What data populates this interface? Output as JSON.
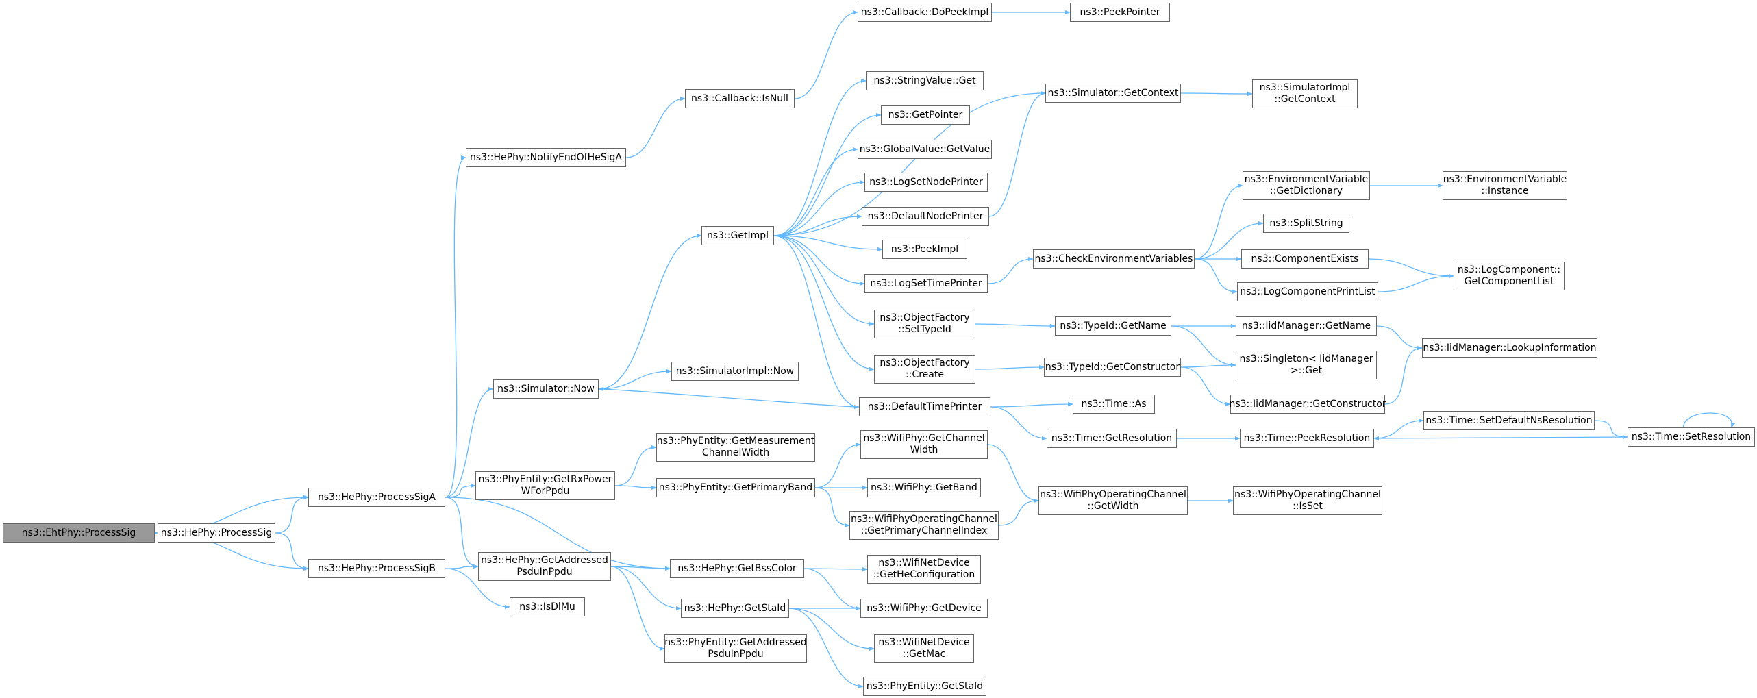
{
  "edge_color": "#63b8ff",
  "root_fill": "#999999",
  "nodes": [
    {
      "id": "root",
      "lines": [
        "ns3::EhtPhy::ProcessSig"
      ]
    },
    {
      "id": "hp_procsig",
      "lines": [
        "ns3::HePhy::ProcessSig"
      ]
    },
    {
      "id": "hp_procsiga",
      "lines": [
        "ns3::HePhy::ProcessSigA"
      ]
    },
    {
      "id": "hp_procsigb",
      "lines": [
        "ns3::HePhy::ProcessSigB"
      ]
    },
    {
      "id": "hp_notify",
      "lines": [
        "ns3::HePhy::NotifyEndOfHeSigA"
      ]
    },
    {
      "id": "sim_now",
      "lines": [
        "ns3::Simulator::Now"
      ]
    },
    {
      "id": "pe_rxpower",
      "lines": [
        "ns3::PhyEntity::GetRxPower",
        "WForPpdu"
      ]
    },
    {
      "id": "hp_getaddr",
      "lines": [
        "ns3::HePhy::GetAddressed",
        "PsduInPpdu"
      ]
    },
    {
      "id": "isdlmu",
      "lines": [
        "ns3::IsDlMu"
      ]
    },
    {
      "id": "cb_isnull",
      "lines": [
        "ns3::Callback::IsNull"
      ]
    },
    {
      "id": "getimpl",
      "lines": [
        "ns3::GetImpl"
      ]
    },
    {
      "id": "simimpl_now",
      "lines": [
        "ns3::SimulatorImpl::Now"
      ]
    },
    {
      "id": "pe_measure",
      "lines": [
        "ns3::PhyEntity::GetMeasurement",
        "ChannelWidth"
      ]
    },
    {
      "id": "pe_primary",
      "lines": [
        "ns3::PhyEntity::GetPrimaryBand"
      ]
    },
    {
      "id": "hp_bss",
      "lines": [
        "ns3::HePhy::GetBssColor"
      ]
    },
    {
      "id": "hp_staid",
      "lines": [
        "ns3::HePhy::GetStaId"
      ]
    },
    {
      "id": "pe_getaddr",
      "lines": [
        "ns3::PhyEntity::GetAddressed",
        "PsduInPpdu"
      ]
    },
    {
      "id": "cb_dopeek",
      "lines": [
        "ns3::Callback::DoPeekImpl"
      ]
    },
    {
      "id": "strval",
      "lines": [
        "ns3::StringValue::Get"
      ]
    },
    {
      "id": "getptr",
      "lines": [
        "ns3::GetPointer"
      ]
    },
    {
      "id": "gv_getval",
      "lines": [
        "ns3::GlobalValue::GetValue"
      ]
    },
    {
      "id": "lognodeprinter",
      "lines": [
        "ns3::LogSetNodePrinter"
      ]
    },
    {
      "id": "defnodeprinter",
      "lines": [
        "ns3::DefaultNodePrinter"
      ]
    },
    {
      "id": "peekimpl",
      "lines": [
        "ns3::PeekImpl"
      ]
    },
    {
      "id": "logtimeprinter",
      "lines": [
        "ns3::LogSetTimePrinter"
      ]
    },
    {
      "id": "of_settype",
      "lines": [
        "ns3::ObjectFactory",
        "::SetTypeId"
      ]
    },
    {
      "id": "of_create",
      "lines": [
        "ns3::ObjectFactory",
        "::Create"
      ]
    },
    {
      "id": "deftimeprinter",
      "lines": [
        "ns3::DefaultTimePrinter"
      ]
    },
    {
      "id": "wp_chwidth",
      "lines": [
        "ns3::WifiPhy::GetChannel",
        "Width"
      ]
    },
    {
      "id": "wp_band",
      "lines": [
        "ns3::WifiPhy::GetBand"
      ]
    },
    {
      "id": "wpoc_primidx",
      "lines": [
        "ns3::WifiPhyOperatingChannel",
        "::GetPrimaryChannelIndex"
      ]
    },
    {
      "id": "wnd_heconf",
      "lines": [
        "ns3::WifiNetDevice",
        "::GetHeConfiguration"
      ]
    },
    {
      "id": "wp_device",
      "lines": [
        "ns3::WifiPhy::GetDevice"
      ]
    },
    {
      "id": "wnd_mac",
      "lines": [
        "ns3::WifiNetDevice",
        "::GetMac"
      ]
    },
    {
      "id": "pe_staid",
      "lines": [
        "ns3::PhyEntity::GetStaId"
      ]
    },
    {
      "id": "peekptr",
      "lines": [
        "ns3::PeekPointer"
      ]
    },
    {
      "id": "sim_ctx",
      "lines": [
        "ns3::Simulator::GetContext"
      ]
    },
    {
      "id": "checkenv",
      "lines": [
        "ns3::CheckEnvironmentVariables"
      ]
    },
    {
      "id": "typeid_name",
      "lines": [
        "ns3::TypeId::GetName"
      ]
    },
    {
      "id": "typeid_ctor",
      "lines": [
        "ns3::TypeId::GetConstructor"
      ]
    },
    {
      "id": "time_as",
      "lines": [
        "ns3::Time::As"
      ]
    },
    {
      "id": "time_res",
      "lines": [
        "ns3::Time::GetResolution"
      ]
    },
    {
      "id": "wpoc_width",
      "lines": [
        "ns3::WifiPhyOperatingChannel",
        "::GetWidth"
      ]
    },
    {
      "id": "simimpl_ctx",
      "lines": [
        "ns3::SimulatorImpl",
        "::GetContext"
      ]
    },
    {
      "id": "env_dict",
      "lines": [
        "ns3::EnvironmentVariable",
        "::GetDictionary"
      ]
    },
    {
      "id": "splitstr",
      "lines": [
        "ns3::SplitString"
      ]
    },
    {
      "id": "compexists",
      "lines": [
        "ns3::ComponentExists"
      ]
    },
    {
      "id": "logcomplist",
      "lines": [
        "ns3::LogComponentPrintList"
      ]
    },
    {
      "id": "iid_name",
      "lines": [
        "ns3::IidManager::GetName"
      ]
    },
    {
      "id": "singleton",
      "lines": [
        "ns3::Singleton< IidManager",
        ">::Get"
      ]
    },
    {
      "id": "iid_ctor",
      "lines": [
        "ns3::IidManager::GetConstructor"
      ]
    },
    {
      "id": "time_peek",
      "lines": [
        "ns3::Time::PeekResolution"
      ]
    },
    {
      "id": "wpoc_isset",
      "lines": [
        "ns3::WifiPhyOperatingChannel",
        "::IsSet"
      ]
    },
    {
      "id": "env_inst",
      "lines": [
        "ns3::EnvironmentVariable",
        "::Instance"
      ]
    },
    {
      "id": "logcomp_list",
      "lines": [
        "ns3::LogComponent::",
        "GetComponentList"
      ]
    },
    {
      "id": "iid_lookup",
      "lines": [
        "ns3::IidManager::LookupInformation"
      ]
    },
    {
      "id": "time_setdef",
      "lines": [
        "ns3::Time::SetDefaultNsResolution"
      ]
    },
    {
      "id": "time_setres",
      "lines": [
        "ns3::Time::SetResolution"
      ]
    }
  ]
}
